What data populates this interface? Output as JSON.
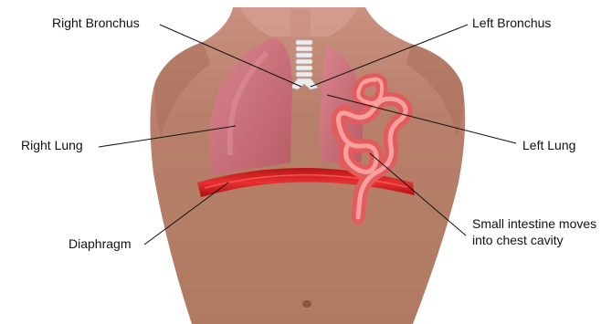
{
  "labels": {
    "right_bronchus": "Right Bronchus",
    "left_bronchus": "Left Bronchus",
    "right_lung": "Right Lung",
    "left_lung": "Left Lung",
    "diaphragm": "Diaphragm",
    "small_intestine": "Small intestine moves into chest cavity"
  },
  "colors": {
    "skin": "#b8806a",
    "skin_shadow": "#9c6652",
    "lung": "#c9707a",
    "diaphragm": "#d42020",
    "intestine": "#f07878",
    "trachea": "#e9e9e9",
    "leader_line": "#111111"
  }
}
